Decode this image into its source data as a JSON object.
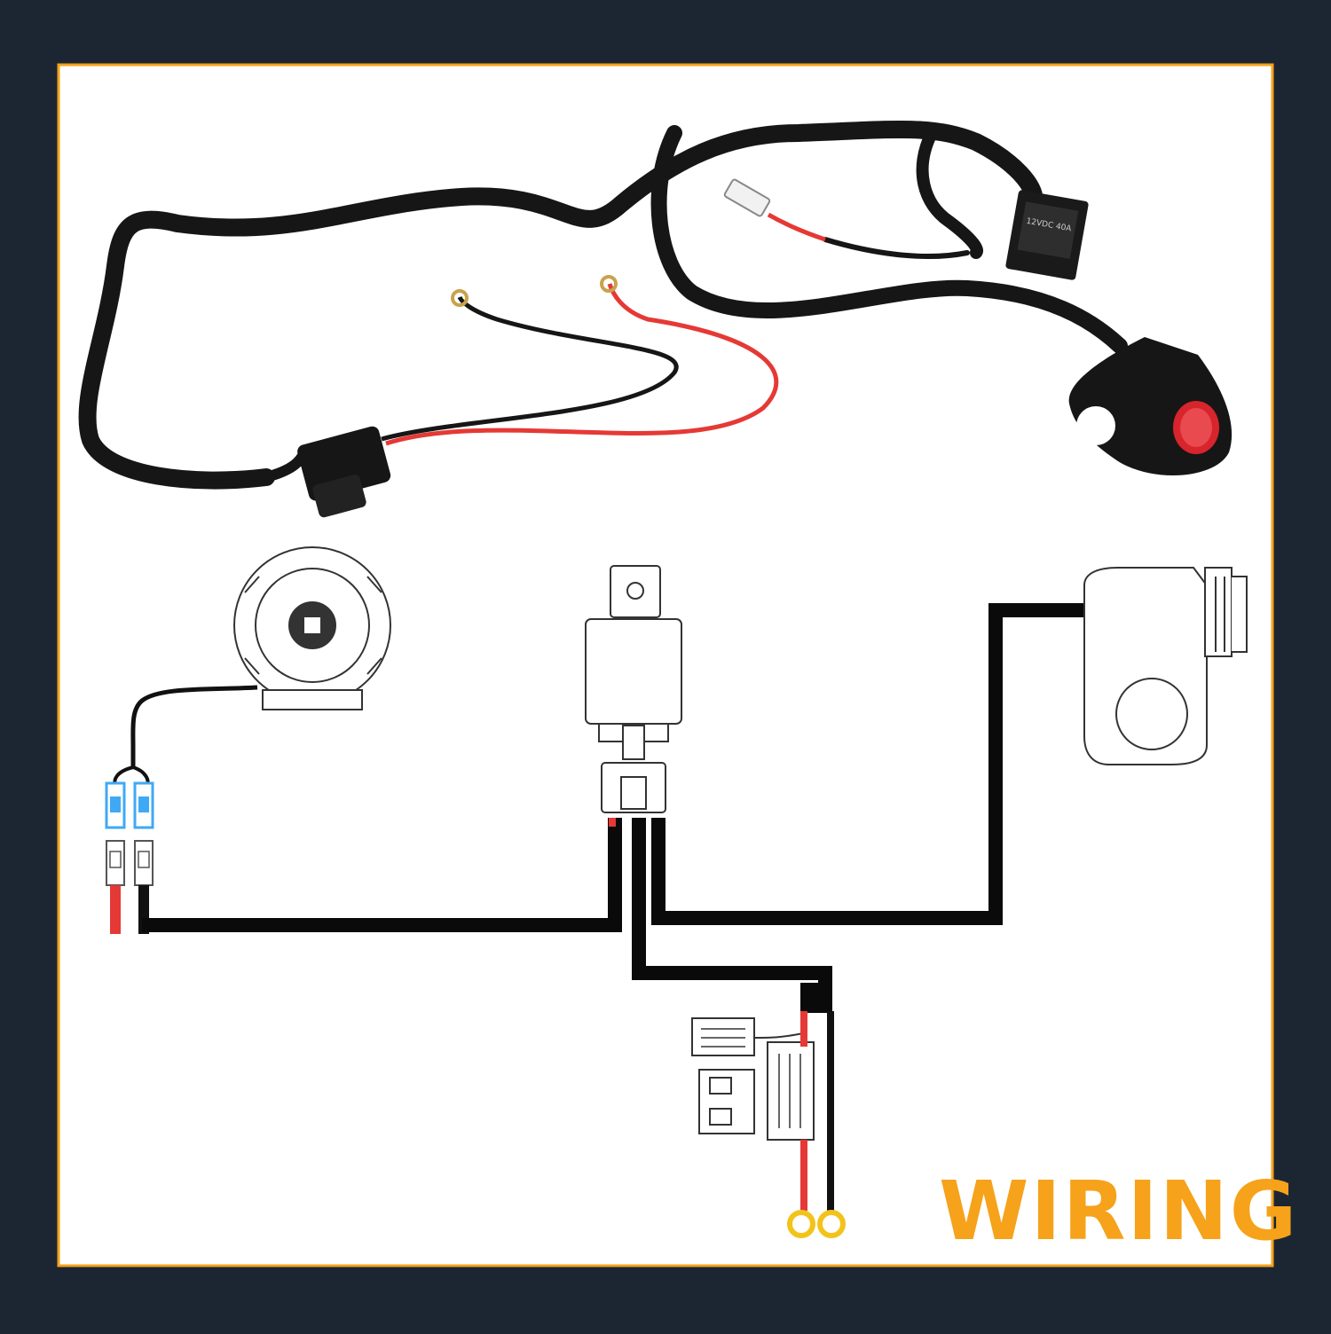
{
  "title": "WIRING",
  "colors": {
    "background": "#1c2632",
    "frame_border": "#f6a21a",
    "panel": "#ffffff",
    "wire_black": "#0a0a0a",
    "wire_red": "#e53935",
    "terminal_blue": "#3fa9f5",
    "ring_yellow": "#f2c31b",
    "switch_lamp_red": "#d8242c",
    "title": "#f6a21a"
  },
  "components": [
    {
      "id": "horn",
      "icon": "horn-icon"
    },
    {
      "id": "relay",
      "icon": "relay-icon"
    },
    {
      "id": "handlebar-switch",
      "icon": "handlebar-switch-icon"
    },
    {
      "id": "fuse-holder",
      "icon": "fuse-holder-icon"
    },
    {
      "id": "battery-ring-terminals",
      "icon": "ring-terminal-icon"
    }
  ]
}
